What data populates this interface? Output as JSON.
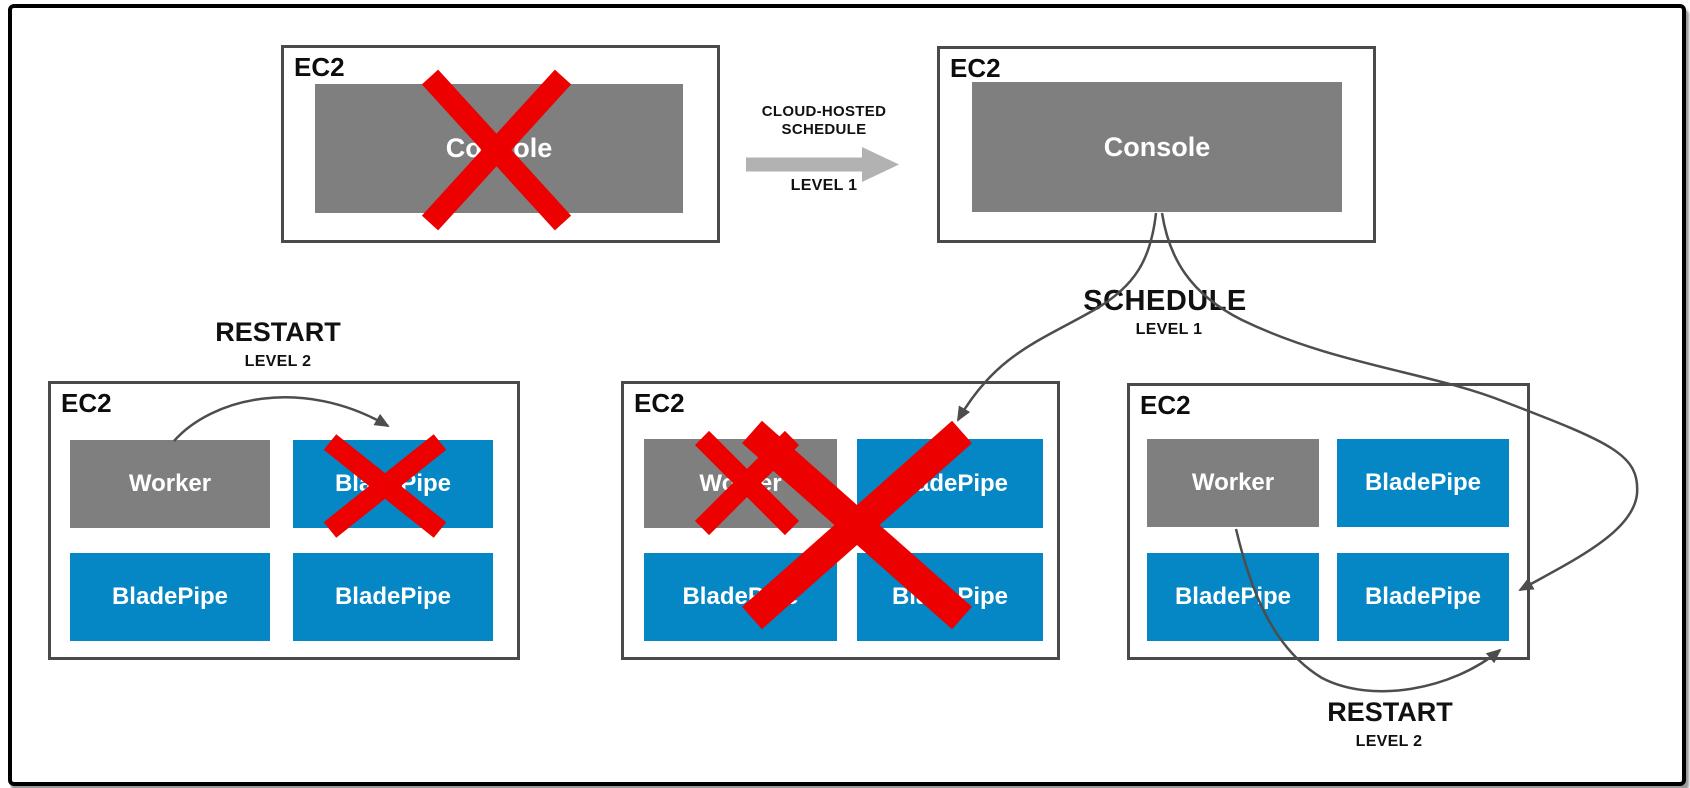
{
  "colors": {
    "node_gray": "#7f7f7f",
    "node_blue": "#0586c5",
    "failure_red": "#ec0000",
    "connector_gray": "#4d4d4d",
    "block_arrow_gray": "#b2b2b2",
    "border_dark": "#4a4a4a",
    "frame_black": "#000000"
  },
  "top_left_ec2": {
    "title": "EC2",
    "console": "Console",
    "status": "failed"
  },
  "top_right_ec2": {
    "title": "EC2",
    "console": "Console",
    "status": "active"
  },
  "cloud_arrow": {
    "label_line1": "CLOUD-HOSTED",
    "label_line2": "SCHEDULE",
    "level": "LEVEL 1"
  },
  "schedule": {
    "title": "SCHEDULE",
    "level": "LEVEL 1"
  },
  "restart_left": {
    "title": "RESTART",
    "level": "LEVEL 2"
  },
  "restart_right": {
    "title": "RESTART",
    "level": "LEVEL 2"
  },
  "bottom_boxes": [
    {
      "title": "EC2",
      "worker": "Worker",
      "bladepipe_tr": "BladePipe",
      "bladepipe_bl": "BladePipe",
      "bladepipe_br": "BladePipe",
      "failed": "bladepipe_tr"
    },
    {
      "title": "EC2",
      "worker": "Worker",
      "bladepipe_tr": "BladePipe",
      "bladepipe_bl": "BladePipe",
      "bladepipe_br": "BladePipe",
      "failed": "worker,all"
    },
    {
      "title": "EC2",
      "worker": "Worker",
      "bladepipe_tr": "BladePipe",
      "bladepipe_bl": "BladePipe",
      "bladepipe_br": "BladePipe",
      "failed": "none"
    }
  ]
}
